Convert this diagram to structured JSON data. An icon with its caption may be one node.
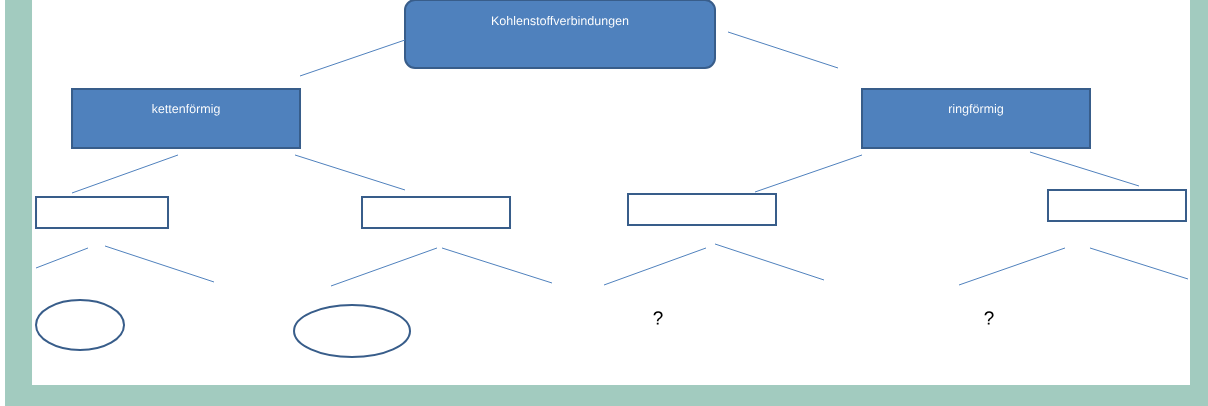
{
  "diagram": {
    "nodes": [
      {
        "text": [
          "Kohlenstoffverbindungen"
        ]
      },
      {
        "text": [
          "kettenförmig"
        ]
      },
      {
        "text": [
          "ringförmig"
        ]
      },
      {
        "text": [],
        "shape": "box"
      },
      {
        "text": [],
        "shape": "box"
      },
      {
        "text": [],
        "shape": "box"
      },
      {
        "text": [],
        "shape": "box"
      },
      {
        "text": [],
        "shape": "ellipse"
      },
      {
        "text": [],
        "shape": "ellipse"
      },
      {
        "text": [
          "?"
        ]
      },
      {
        "text": [
          "?"
        ]
      }
    ],
    "edges": [
      {
        "from": 0,
        "to": 1,
        "arrow": "none"
      },
      {
        "from": 0,
        "to": 2,
        "arrow": "none"
      },
      {
        "from": 1,
        "to": 3,
        "arrow": "none"
      },
      {
        "from": 1,
        "to": 4,
        "arrow": "none"
      },
      {
        "from": 2,
        "to": 5,
        "arrow": "none"
      },
      {
        "from": 2,
        "to": 6,
        "arrow": "none"
      },
      {
        "from": 3,
        "to": 7,
        "arrow": "none"
      },
      {
        "from": 3,
        "to": null,
        "arrow": "none"
      },
      {
        "from": 4,
        "to": 8,
        "arrow": "none"
      },
      {
        "from": 4,
        "to": null,
        "arrow": "none"
      },
      {
        "from": 5,
        "to": 9,
        "arrow": "none"
      },
      {
        "from": 5,
        "to": null,
        "arrow": "none"
      },
      {
        "from": 6,
        "to": 10,
        "arrow": "none"
      },
      {
        "from": 6,
        "to": null,
        "arrow": "none"
      }
    ]
  }
}
